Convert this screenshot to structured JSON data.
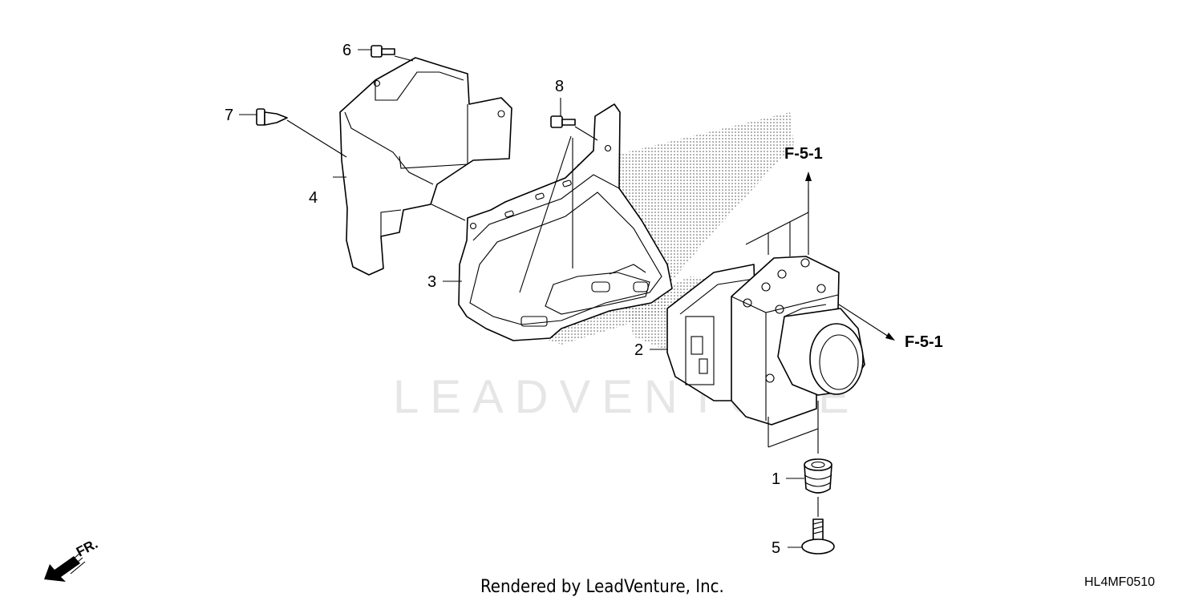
{
  "diagram": {
    "callouts": [
      {
        "id": "1",
        "label": "1"
      },
      {
        "id": "2",
        "label": "2"
      },
      {
        "id": "3",
        "label": "3"
      },
      {
        "id": "4",
        "label": "4"
      },
      {
        "id": "5",
        "label": "5"
      },
      {
        "id": "6",
        "label": "6"
      },
      {
        "id": "7",
        "label": "7"
      },
      {
        "id": "8",
        "label": "8"
      }
    ],
    "references": [
      {
        "id": "ref-top",
        "label": "F-5-1"
      },
      {
        "id": "ref-right",
        "label": "F-5-1"
      }
    ],
    "direction_label": "FR.",
    "watermark": "LEADVENTURE",
    "footer_text": "Rendered by LeadVenture, Inc.",
    "diagram_code": "HL4MF0510"
  }
}
